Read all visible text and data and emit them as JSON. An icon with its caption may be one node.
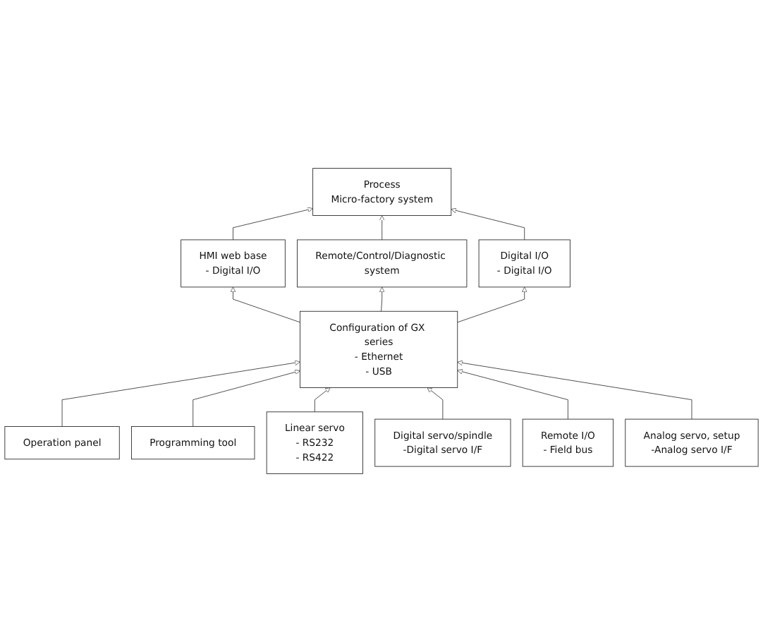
{
  "diagram": {
    "nodes": [
      {
        "text": [
          "Process",
          "Micro-factory system"
        ]
      },
      {
        "text": [
          "HMI web base",
          "- Digital I/O"
        ]
      },
      {
        "text": [
          "Remote/Control/Diagnostic system"
        ]
      },
      {
        "text": [
          "Digital I/O",
          "- Digital I/O"
        ]
      },
      {
        "text": [
          "Operation panel"
        ]
      },
      {
        "text": [
          "Configuration of GX series",
          "- Ethernet",
          "- USB"
        ]
      },
      {
        "text": [
          "Programming tool"
        ]
      },
      {
        "text": [
          "Linear servo",
          "- RS232",
          "- RS422"
        ]
      },
      {
        "text": [
          "Digital servo/spindle",
          "-Digital servo I/F"
        ]
      },
      {
        "text": [
          "Remote I/O",
          "- Field bus"
        ]
      },
      {
        "text": [
          "Analog servo, setup",
          "-Analog servo I/F"
        ]
      }
    ],
    "edges": [
      {
        "from": 1,
        "to": 0,
        "arrow": "to"
      },
      {
        "from": 2,
        "to": 0,
        "arrow": "to"
      },
      {
        "from": 3,
        "to": 0,
        "arrow": "to"
      },
      {
        "from": 5,
        "to": 1,
        "arrow": "to"
      },
      {
        "from": 5,
        "to": 2,
        "arrow": "to"
      },
      {
        "from": 5,
        "to": 3,
        "arrow": "to"
      },
      {
        "from": 4,
        "to": 5,
        "arrow": "to"
      },
      {
        "from": 6,
        "to": 5,
        "arrow": "to"
      },
      {
        "from": 7,
        "to": 5,
        "arrow": "to"
      },
      {
        "from": 8,
        "to": 5,
        "arrow": "to"
      },
      {
        "from": 9,
        "to": 5,
        "arrow": "to"
      },
      {
        "from": 10,
        "to": 5,
        "arrow": "to"
      }
    ]
  }
}
